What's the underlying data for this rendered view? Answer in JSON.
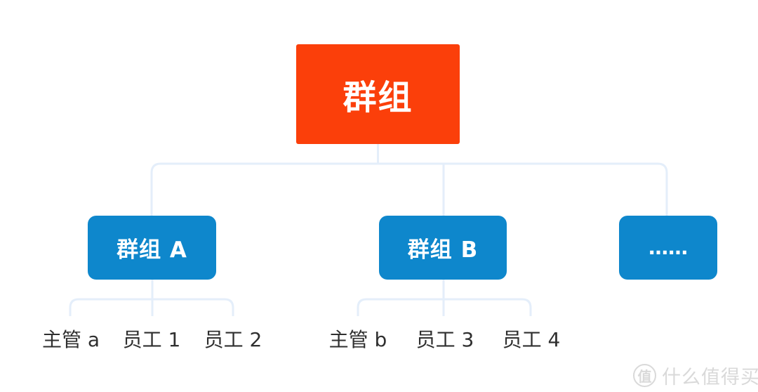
{
  "diagram": {
    "root": {
      "label": "群组"
    },
    "children": [
      {
        "label": "群组 A"
      },
      {
        "label": "群组 B"
      },
      {
        "label": "……"
      }
    ],
    "leaves_a": [
      {
        "label": "主管 a"
      },
      {
        "label": "员工 1"
      },
      {
        "label": "员工 2"
      }
    ],
    "leaves_b": [
      {
        "label": "主管 b"
      },
      {
        "label": "员工 3"
      },
      {
        "label": "员工 4"
      }
    ],
    "colors": {
      "root_bg": "#fb3f0a",
      "child_bg": "#0e87cc",
      "node_text": "#ffffff",
      "connector": "#e4eefa",
      "leaf_text": "#2f2f2f"
    }
  },
  "watermark": {
    "logo_char": "值",
    "text": "什么值得买",
    "color": "#d9d9d9"
  }
}
